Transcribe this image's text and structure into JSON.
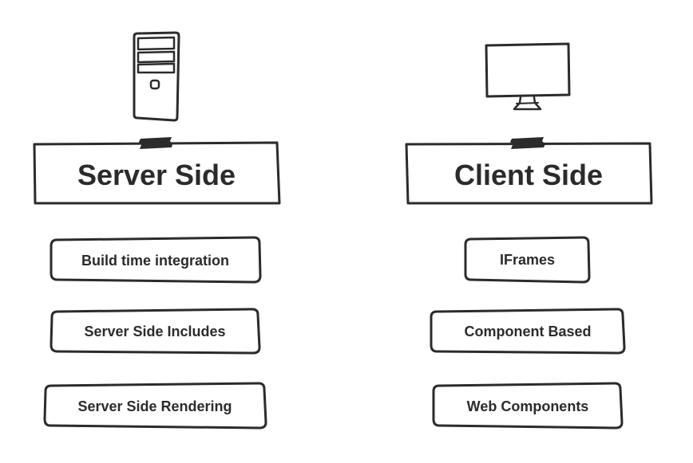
{
  "colors": {
    "stroke": "#2b2b2b",
    "background": "#ffffff",
    "tape": "#2b2b2b"
  },
  "columns": {
    "server": {
      "icon": "server-tower-icon",
      "heading": "Server Side",
      "items": [
        "Build time integration",
        "Server Side Includes",
        "Server Side Rendering"
      ]
    },
    "client": {
      "icon": "monitor-icon",
      "heading": "Client Side",
      "items": [
        "IFrames",
        "Component Based",
        "Web Components"
      ]
    }
  }
}
